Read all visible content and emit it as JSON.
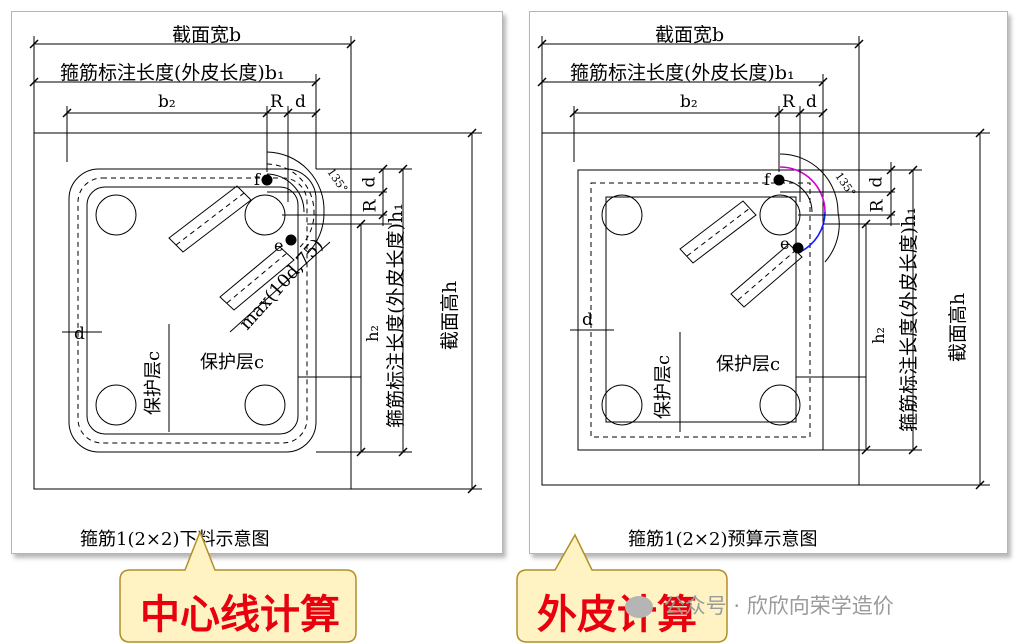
{
  "left_panel": {
    "labels": {
      "width": "截面宽b",
      "b1": "箍筋标注长度(外皮长度)b₁",
      "b2": "b₂",
      "R": "R",
      "d": "d",
      "f": "f",
      "e": "e",
      "angle": "135°",
      "d_v": "d",
      "R_v": "R",
      "h1": "箍筋标注长度(外皮长度)h₁",
      "height": "截面高h",
      "h2": "h₂",
      "hook": "max(10d,75)",
      "d_side": "d",
      "cover_h": "保护层c",
      "cover_v": "保护层c"
    },
    "caption": "箍筋1(2×2)下料示意图"
  },
  "right_panel": {
    "labels": {
      "width": "截面宽b",
      "b1": "箍筋标注长度(外皮长度)b₁",
      "b2": "b₂",
      "R": "R",
      "d": "d",
      "f": "f",
      "e": "e",
      "angle": "135°",
      "d_v": "d",
      "R_v": "R",
      "h1": "箍筋标注长度(外皮长度)h₁",
      "height": "截面高h",
      "h2": "h₂",
      "d_side": "d",
      "cover_h": "保护层c",
      "cover_v": "保护层c"
    },
    "caption": "箍筋1(2×2)预算示意图"
  },
  "callouts": {
    "left": "中心线计算",
    "right": "外皮计算"
  },
  "watermark": "公众号 · 欣欣向荣学造价",
  "colors": {
    "callout_fill": "#fff3c4",
    "callout_text": "#e8000e",
    "arc_magenta": "#d400d4",
    "arc_blue": "#1a1aff"
  }
}
